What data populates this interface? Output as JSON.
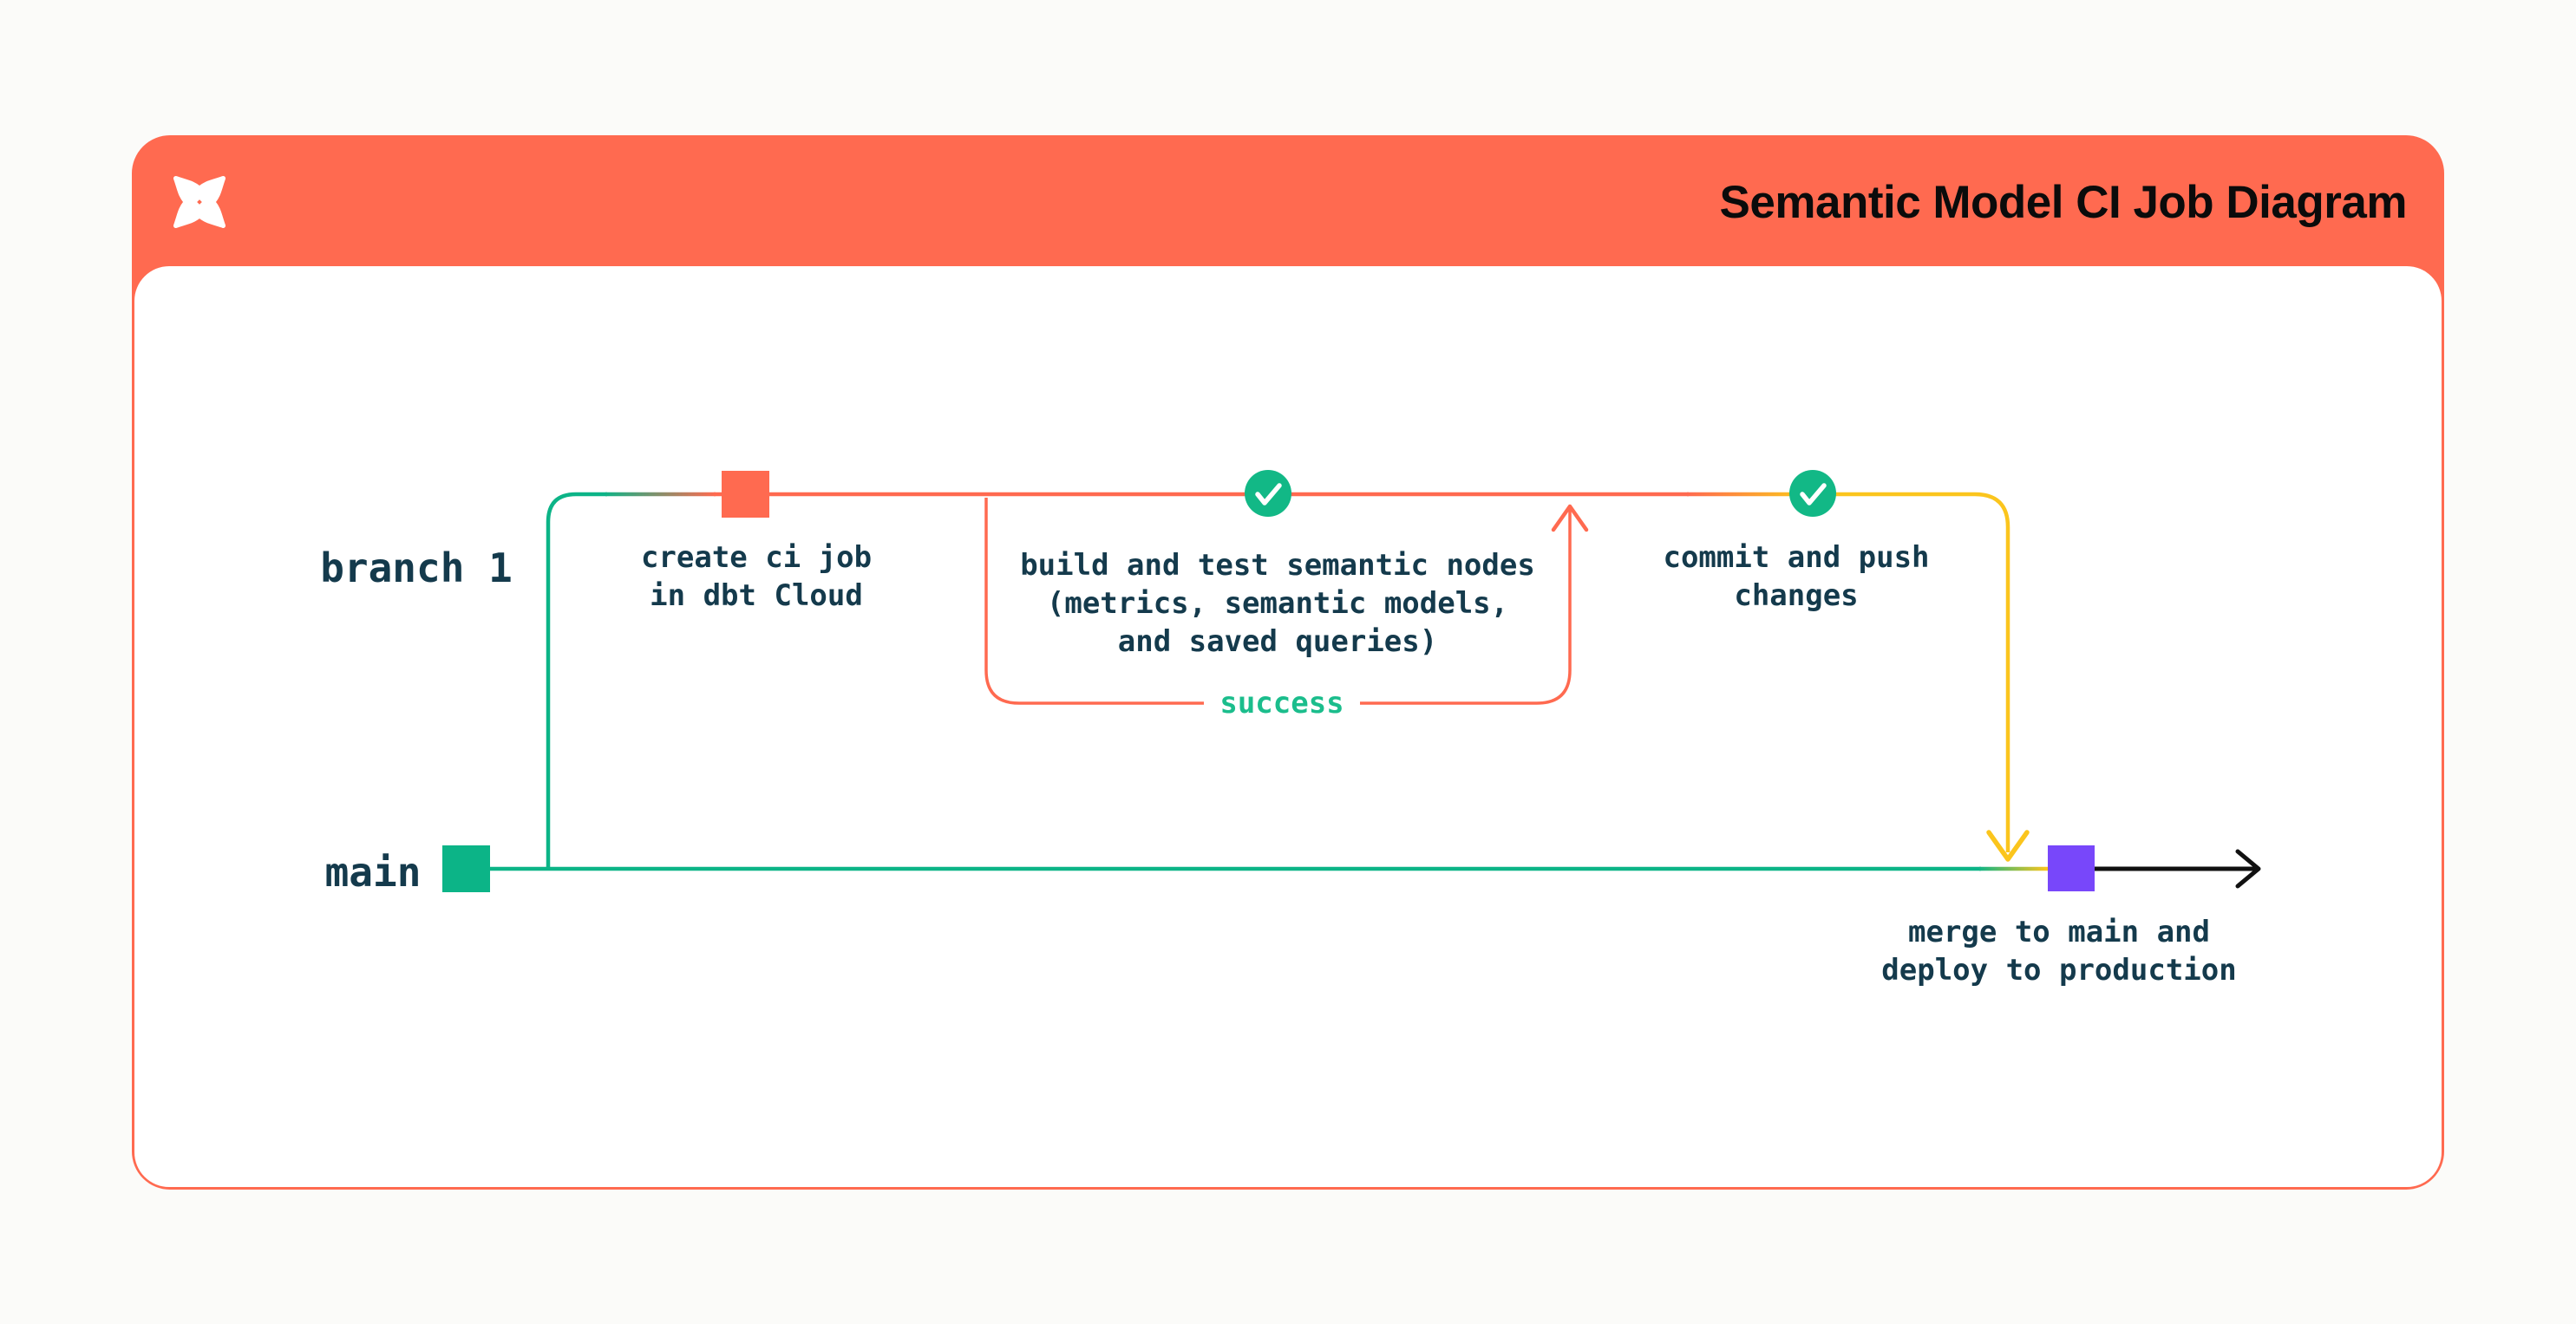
{
  "window": {
    "background": "#FBFBF9"
  },
  "header": {
    "title": "Semantic Model CI Job Diagram",
    "logo": "dbt-star-logo",
    "background": "#FF6A50",
    "title_color": "#0B0B0B"
  },
  "diagram": {
    "labels": {
      "branch": "branch 1",
      "main": "main",
      "success": "success"
    },
    "steps": {
      "create_ci": {
        "lines": [
          "create ci job",
          "in dbt Cloud"
        ],
        "node": "orange-commit-square"
      },
      "build_test": {
        "lines": [
          "build and test semantic nodes",
          "(metrics, semantic models,",
          "and saved queries)"
        ],
        "node": "green-check-circle"
      },
      "commit_push": {
        "lines": [
          "commit and push",
          "changes"
        ],
        "node": "green-check-circle"
      },
      "merge_deploy": {
        "lines": [
          "merge to main and",
          "deploy to production"
        ],
        "node": "purple-merge-square"
      }
    },
    "colors": {
      "coral": "#FF6A50",
      "green": "#0CB487",
      "check_green": "#12B886",
      "yellow": "#FBC51D",
      "purple": "#7847FA",
      "text_navy": "#143A4C",
      "success_green": "#1BBD8C",
      "arrow_black": "#111111",
      "white": "#FFFFFF"
    }
  }
}
